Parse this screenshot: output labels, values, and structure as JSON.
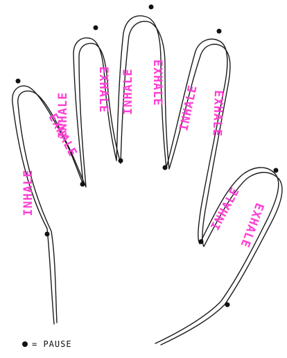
{
  "colors": {
    "ink": "#1a1a1a",
    "word": "#ff3fd4",
    "background": "#ffffff"
  },
  "words": {
    "inhale": "INHALE",
    "exhale": "EXHALE"
  },
  "legend": {
    "label": "= PAUSE"
  }
}
